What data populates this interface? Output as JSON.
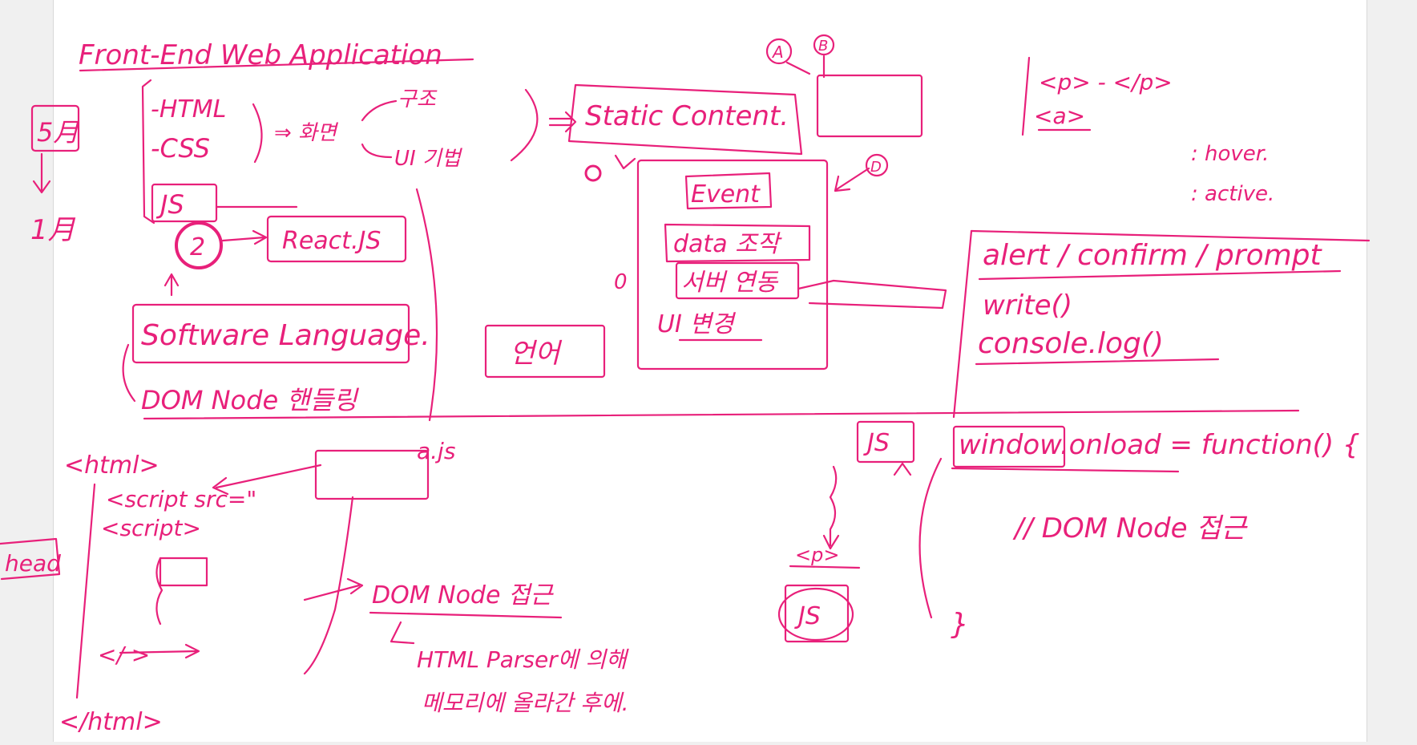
{
  "colors": {
    "ink": "#e8207a",
    "background": "#ffffff",
    "progress_green": "#2bb24c",
    "progress_red": "#d9262c"
  },
  "board": {
    "title": "Front-End Web Application",
    "month_5": "5月",
    "month_1": "1月",
    "stack_html": "-HTML",
    "stack_css": "-CSS",
    "stack_js": "JS",
    "screen_label": "⇒ 화면",
    "structure_label": "구조",
    "ui_technique": "UI 기법",
    "react_js": "React.JS",
    "circled_2": "2",
    "software_language": "Software Language.",
    "dom_handling": "DOM Node 핸들링",
    "static_content": "Static Content.",
    "marker_a": "A",
    "marker_b": "B",
    "marker_d": "D",
    "js_event": "Event",
    "js_data": "data 조작",
    "js_server": "서버 연동",
    "js_ui_change": "UI 변경",
    "language_box": "언어",
    "zero": "0",
    "p_tag": "<p> - </p>",
    "a_tag": "<a>",
    "hover": ": hover.",
    "active": ": active.",
    "alert_confirm_prompt": "alert / confirm / prompt",
    "write": "write()",
    "console_log": "console.log()",
    "html_open": "<html>",
    "script_src": "<script src=\"",
    "script_tag": "<script>",
    "head": "head",
    "close_tag": "</  >",
    "html_close": "</html>",
    "a_js": "a.js",
    "dom_access": "DOM Node 접근",
    "parser_line1": "HTML Parser에 의해",
    "parser_line2": "메모리에 올라간 후에.",
    "js_box_right": "JS",
    "window_onload": "window.onload = function() {",
    "dom_access_comment": "// DOM Node 접근",
    "closing_brace": "}",
    "p_small": "<p>",
    "js_circled": "JS"
  }
}
